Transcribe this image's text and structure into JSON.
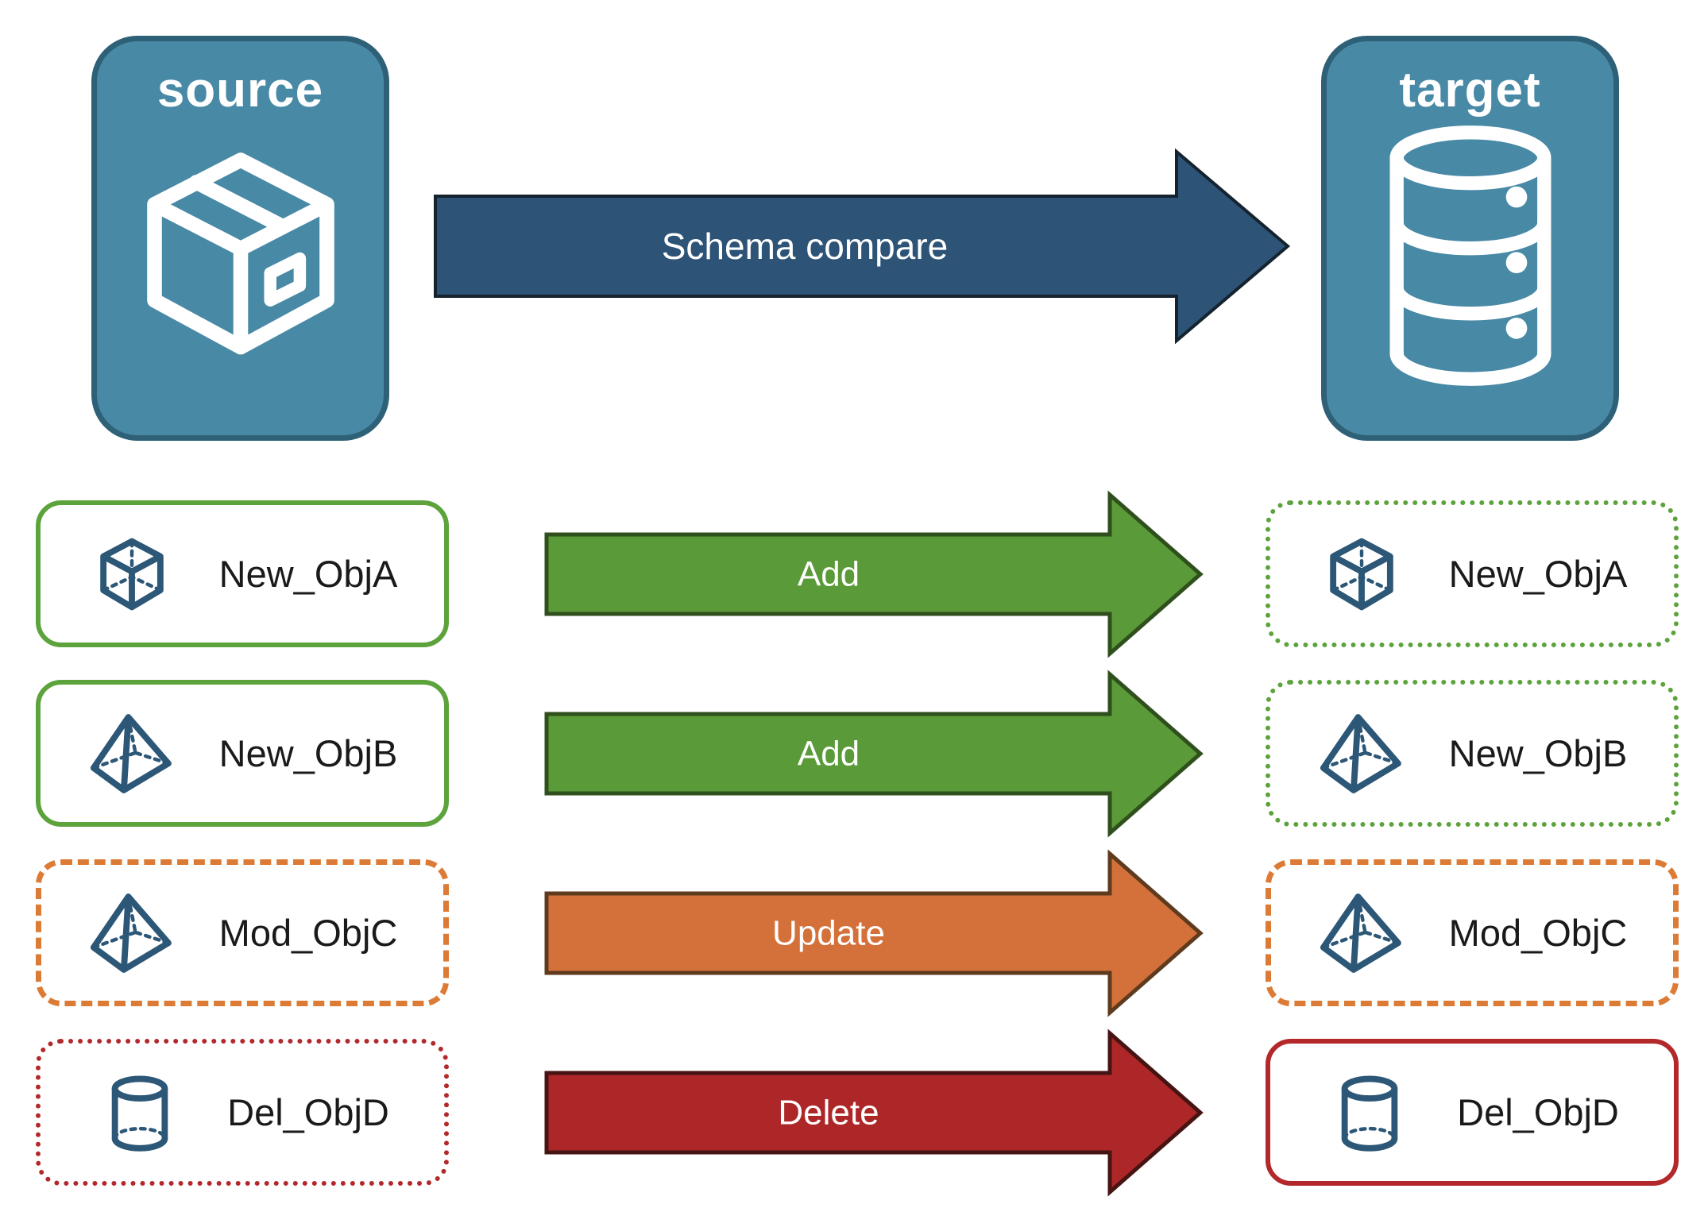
{
  "source_node": {
    "label": "source",
    "icon": "package"
  },
  "target_node": {
    "label": "target",
    "icon": "database"
  },
  "compare_arrow": {
    "label": "Schema compare",
    "fill": "#2D5377",
    "outline": "#15232E"
  },
  "rows": [
    {
      "object": "New_ObjA",
      "icon": "cube",
      "action": {
        "label": "Add",
        "fill": "#5A9A38",
        "outline": "#2F4F1D"
      },
      "source_box": {
        "style": "solid",
        "color": "green"
      },
      "target_box": {
        "style": "dotted",
        "color": "green"
      }
    },
    {
      "object": "New_ObjB",
      "icon": "pyramid",
      "action": {
        "label": "Add",
        "fill": "#5A9A38",
        "outline": "#2F4F1D"
      },
      "source_box": {
        "style": "solid",
        "color": "green"
      },
      "target_box": {
        "style": "dotted",
        "color": "green"
      }
    },
    {
      "object": "Mod_ObjC",
      "icon": "pyramid",
      "action": {
        "label": "Update",
        "fill": "#D4713A",
        "outline": "#5E3A1E"
      },
      "source_box": {
        "style": "dashed",
        "color": "orange"
      },
      "target_box": {
        "style": "dashed",
        "color": "orange"
      }
    },
    {
      "object": "Del_ObjD",
      "icon": "cylinder",
      "action": {
        "label": "Delete",
        "fill": "#AE2728",
        "outline": "#461413"
      },
      "source_box": {
        "style": "dotted",
        "color": "red"
      },
      "target_box": {
        "style": "solid",
        "color": "red"
      }
    }
  ],
  "palette": {
    "node_fill": "#4889A6",
    "node_border": "#2E6177",
    "node_text": "#FFFFFF",
    "icon_blue": "#2C5777",
    "green_border": "#5CA33C",
    "orange_border": "#DC7B35",
    "red_border": "#B3282B",
    "label_text": "#1A1A1A"
  }
}
